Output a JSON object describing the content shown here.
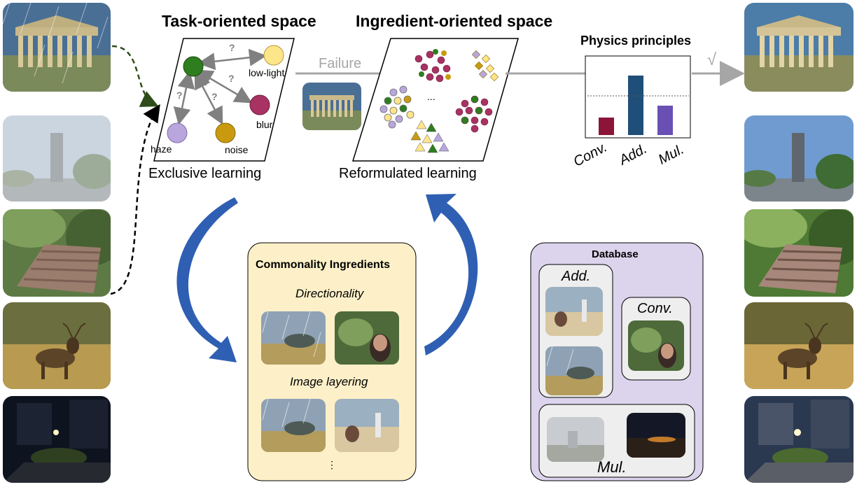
{
  "task_space": {
    "title": "Task-oriented space",
    "caption": "Exclusive learning",
    "nodes": [
      "low-light",
      "blur",
      "haze",
      "noise"
    ],
    "question_mark": "?"
  },
  "ingredient_space": {
    "title": "Ingredient-oriented space",
    "caption": "Reformulated learning",
    "ellipsis": "..."
  },
  "failure_label": "Failure",
  "physics": {
    "title": "Physics principles",
    "check": "√",
    "categories": [
      "Conv.",
      "Add.",
      "Mul."
    ]
  },
  "chart_data": {
    "type": "bar",
    "title": "Physics principles",
    "categories": [
      "Conv.",
      "Add.",
      "Mul."
    ],
    "values": [
      0.25,
      0.85,
      0.42
    ],
    "colors": [
      "#8b1538",
      "#1f4e79",
      "#6a4fb5"
    ],
    "reference_line": 0.6,
    "ylim": [
      0,
      1
    ]
  },
  "commonality": {
    "title": "Commonality Ingredients",
    "items": [
      "Directionality",
      "Image layering"
    ],
    "ellipsis": "⋮"
  },
  "database": {
    "title": "Database",
    "groups": [
      "Add.",
      "Conv.",
      "Mul."
    ]
  },
  "colors": {
    "arrow_blue": "#2f5fb3",
    "commonality_bg": "#fdf0c8",
    "database_bg": "#dcd3ec",
    "node_green": "#2e7d1f",
    "node_yellow": "#fde58a",
    "node_purple": "#b9a6dd",
    "node_gold": "#c99a10",
    "node_maroon": "#a83262"
  }
}
